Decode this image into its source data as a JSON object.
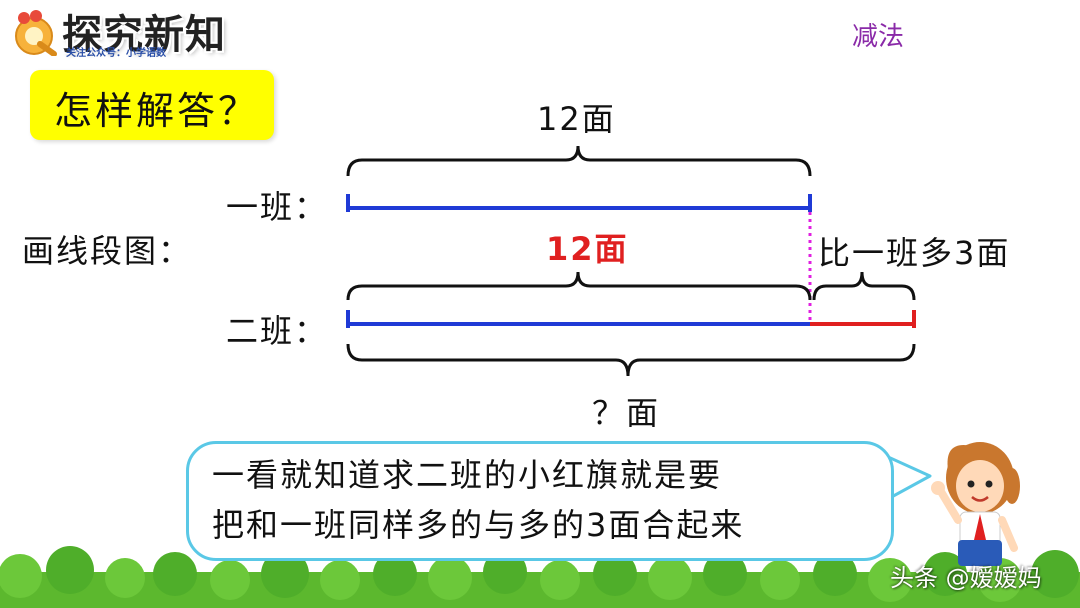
{
  "header": {
    "title": "探究新知",
    "subtitle": "关注公众号：小学语数",
    "topic": "减法"
  },
  "question": {
    "text": "怎样解答？"
  },
  "diagram": {
    "method_label": "画线段图：",
    "row1_label": "一班：",
    "row2_label": "二班：",
    "top_total": "12面",
    "middle_same": "12面",
    "more_label": "比一班多3面",
    "bottom_total": "？面",
    "colors": {
      "segment": "#1f3ad6",
      "extra": "#e02020",
      "dotted": "#e020e0",
      "brace": "#111111",
      "middle_text": "#e02020"
    }
  },
  "tip": {
    "line1": "一看就知道求二班的小红旗就是要",
    "line2": "把和一班同样多的与多的3面合起来"
  },
  "watermark": {
    "text": "头条 @嫒嫒妈"
  }
}
